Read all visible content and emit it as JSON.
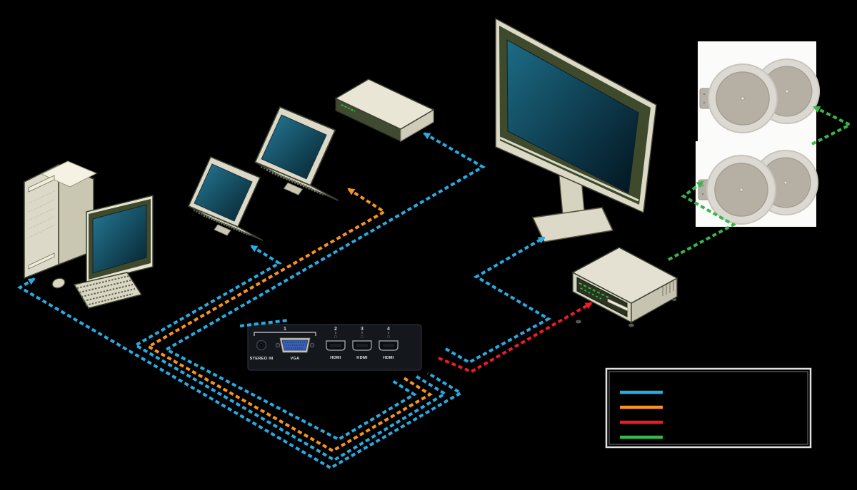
{
  "colors": {
    "background": "#000000",
    "cable_blue": "#29abe2",
    "cable_orange": "#f7941d",
    "cable_red": "#ed1c24",
    "cable_green": "#3ab54a"
  },
  "switch_panel": {
    "input1_label": "1",
    "input2_label": "2",
    "input3_label": "3",
    "input4_label": "4",
    "stereo_in_label": "STEREO IN",
    "vga_label": "VGA",
    "hdmi_label": "HDMI"
  },
  "legend": {
    "items": [
      {
        "color": "#29abe2"
      },
      {
        "color": "#f7941d"
      },
      {
        "color": "#ed1c24"
      },
      {
        "color": "#3ab54a"
      }
    ]
  },
  "cables": [
    {
      "name": "cable-pc-to-switch",
      "color": "#29abe2",
      "from": "desktop-computer",
      "to": "switcher",
      "arrow": "start",
      "points": [
        [
          48,
          391
        ],
        [
          28,
          403
        ],
        [
          463,
          656
        ],
        [
          645,
          551
        ],
        [
          599,
          523
        ]
      ]
    },
    {
      "name": "cable-laptop1-to-switch",
      "color": "#29abe2",
      "from": "laptop-1",
      "to": "switcher",
      "arrow": "start",
      "points": [
        [
          352,
          345
        ],
        [
          391,
          369
        ],
        [
          190,
          484
        ],
        [
          468,
          645
        ],
        [
          623,
          552
        ],
        [
          580,
          526
        ]
      ]
    },
    {
      "name": "cable-laptop2-to-switch",
      "color": "#f7941d",
      "from": "laptop-2",
      "to": "switcher",
      "arrow": "start",
      "points": [
        [
          488,
          265
        ],
        [
          538,
          297
        ],
        [
          208,
          486
        ],
        [
          466,
          632
        ],
        [
          602,
          553
        ],
        [
          564,
          529
        ]
      ]
    },
    {
      "name": "cable-settop-to-switch",
      "color": "#29abe2",
      "from": "set-top-box",
      "to": "switcher",
      "arrow": "start",
      "points": [
        [
          594,
          187
        ],
        [
          676,
          234
        ],
        [
          233,
          490
        ],
        [
          474,
          616
        ],
        [
          580,
          553
        ],
        [
          548,
          533
        ]
      ]
    },
    {
      "name": "cable-switch-to-display",
      "color": "#29abe2",
      "from": "switcher",
      "to": "display",
      "arrow": "end",
      "points": [
        [
          624,
          489
        ],
        [
          657,
          508
        ],
        [
          768,
          447
        ],
        [
          667,
          388
        ],
        [
          762,
          333
        ]
      ]
    },
    {
      "name": "cable-switch-to-amp",
      "color": "#ed1c24",
      "from": "switcher",
      "to": "amplifier",
      "arrow": "end",
      "points": [
        [
          614,
          502
        ],
        [
          660,
          521
        ],
        [
          828,
          425
        ]
      ]
    },
    {
      "name": "cable-amp-to-speakers",
      "color": "#3ab54a",
      "from": "amplifier",
      "to": "speakers-lower",
      "arrow": "end",
      "points": [
        [
          936,
          364
        ],
        [
          1027,
          315
        ],
        [
          957,
          275
        ],
        [
          984,
          255
        ]
      ]
    },
    {
      "name": "cable-speaker-link",
      "color": "#3ab54a",
      "from": "speakers-lower",
      "to": "speakers-upper",
      "arrow": "end",
      "points": [
        [
          1137,
          202
        ],
        [
          1190,
          175
        ],
        [
          1140,
          150
        ]
      ]
    },
    {
      "name": "cable-behind-switch",
      "color": "#29abe2",
      "arrow": "none",
      "points": [
        [
          336,
          457
        ],
        [
          404,
          449
        ]
      ]
    }
  ]
}
